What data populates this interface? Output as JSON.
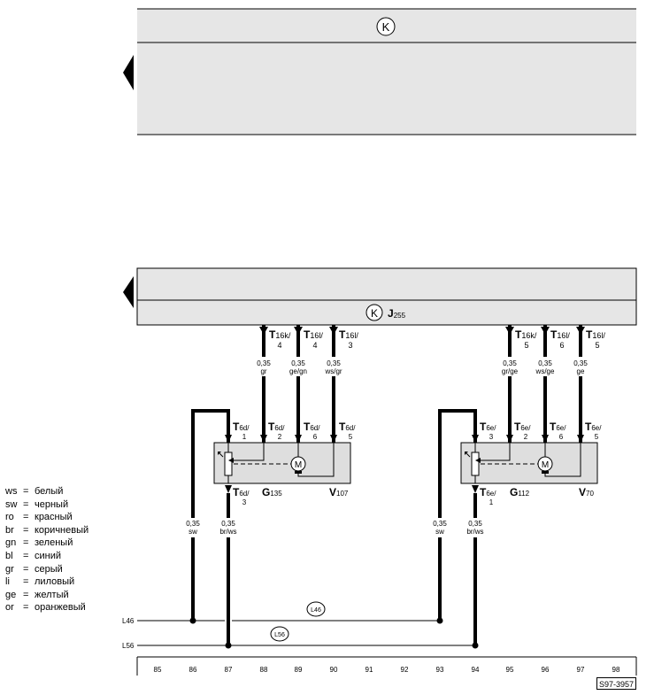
{
  "units": {
    "top": {
      "symbol": "K"
    },
    "middle": {
      "symbol": "K",
      "code_main": "J",
      "code_sub": "255"
    }
  },
  "connectors_top": [
    {
      "main": "T",
      "sub": "16k/",
      "pin": "4",
      "gauge": "0,35",
      "color": "gr"
    },
    {
      "main": "T",
      "sub": "16l/",
      "pin": "4",
      "gauge": "0,35",
      "color": "ge/gn"
    },
    {
      "main": "T",
      "sub": "16l/",
      "pin": "3",
      "gauge": "0,35",
      "color": "ws/gr"
    },
    {
      "main": "T",
      "sub": "16k/",
      "pin": "5",
      "gauge": "0,35",
      "color": "gr/ge"
    },
    {
      "main": "T",
      "sub": "16l/",
      "pin": "6",
      "gauge": "0,35",
      "color": "ws/ge"
    },
    {
      "main": "T",
      "sub": "16l/",
      "pin": "5",
      "gauge": "0,35",
      "color": "ge"
    }
  ],
  "components": [
    {
      "sensor_main": "G",
      "sensor_sub": "135",
      "motor_main": "V",
      "motor_sub": "107",
      "motor_symbol": "M",
      "pins": [
        {
          "main": "T",
          "sub": "6d/",
          "pin": "1"
        },
        {
          "main": "T",
          "sub": "6d/",
          "pin": "2"
        },
        {
          "main": "T",
          "sub": "6d/",
          "pin": "6"
        },
        {
          "main": "T",
          "sub": "6d/",
          "pin": "5"
        },
        {
          "main": "T",
          "sub": "6d/",
          "pin": "3"
        }
      ]
    },
    {
      "sensor_main": "G",
      "sensor_sub": "112",
      "motor_main": "V",
      "motor_sub": "70",
      "motor_symbol": "M",
      "pins": [
        {
          "main": "T",
          "sub": "6e/",
          "pin": "3"
        },
        {
          "main": "T",
          "sub": "6e/",
          "pin": "2"
        },
        {
          "main": "T",
          "sub": "6e/",
          "pin": "6"
        },
        {
          "main": "T",
          "sub": "6e/",
          "pin": "5"
        },
        {
          "main": "T",
          "sub": "6e/",
          "pin": "1"
        }
      ]
    }
  ],
  "lower_wires": [
    {
      "gauge": "0,35",
      "color": "sw"
    },
    {
      "gauge": "0,35",
      "color": "br/ws"
    },
    {
      "gauge": "0,35",
      "color": "sw"
    },
    {
      "gauge": "0,35",
      "color": "br/ws"
    }
  ],
  "buses": [
    {
      "label": "L46",
      "tag": "L46"
    },
    {
      "label": "L56",
      "tag": "L56"
    }
  ],
  "tracks": [
    "85",
    "86",
    "87",
    "88",
    "89",
    "90",
    "91",
    "92",
    "93",
    "94",
    "95",
    "96",
    "97",
    "98"
  ],
  "legend": [
    {
      "code": "ws",
      "eq": "=",
      "name": "белый"
    },
    {
      "code": "sw",
      "eq": "=",
      "name": "черный"
    },
    {
      "code": "ro",
      "eq": "=",
      "name": "красный"
    },
    {
      "code": "br",
      "eq": "=",
      "name": "коричневый"
    },
    {
      "code": "gn",
      "eq": "=",
      "name": "зеленый"
    },
    {
      "code": "bl",
      "eq": "=",
      "name": "синий"
    },
    {
      "code": "gr",
      "eq": "=",
      "name": "серый"
    },
    {
      "code": "li",
      "eq": "=",
      "name": "лиловый"
    },
    {
      "code": "ge",
      "eq": "=",
      "name": "желтый"
    },
    {
      "code": "or",
      "eq": "=",
      "name": "оранжевый"
    }
  ],
  "reference": "S97-3957",
  "colors": {
    "panel": "#e6e6e6",
    "line": "#000000",
    "component": "#dedede"
  }
}
